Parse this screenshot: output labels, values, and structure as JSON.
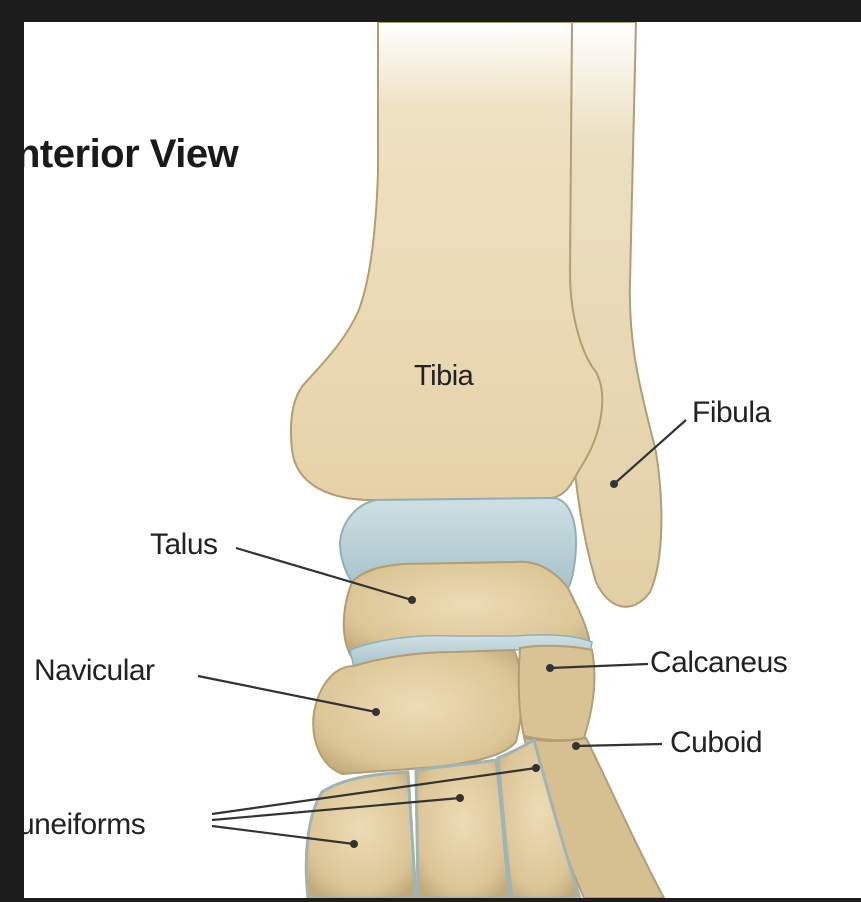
{
  "title": "nterior View",
  "labels": {
    "tibia": "Tibia",
    "fibula": "Fibula",
    "talus": "Talus",
    "navicular": "Navicular",
    "calcaneus": "Calcaneus",
    "cuboid": "Cuboid",
    "cuneiforms": "uneiforms"
  },
  "colors": {
    "bone": "#e6d4ab",
    "bone_shadow": "#b8a17a",
    "cartilage": "#b9d2d8",
    "frame": "#1c1c1c",
    "background": "#ffffff"
  }
}
